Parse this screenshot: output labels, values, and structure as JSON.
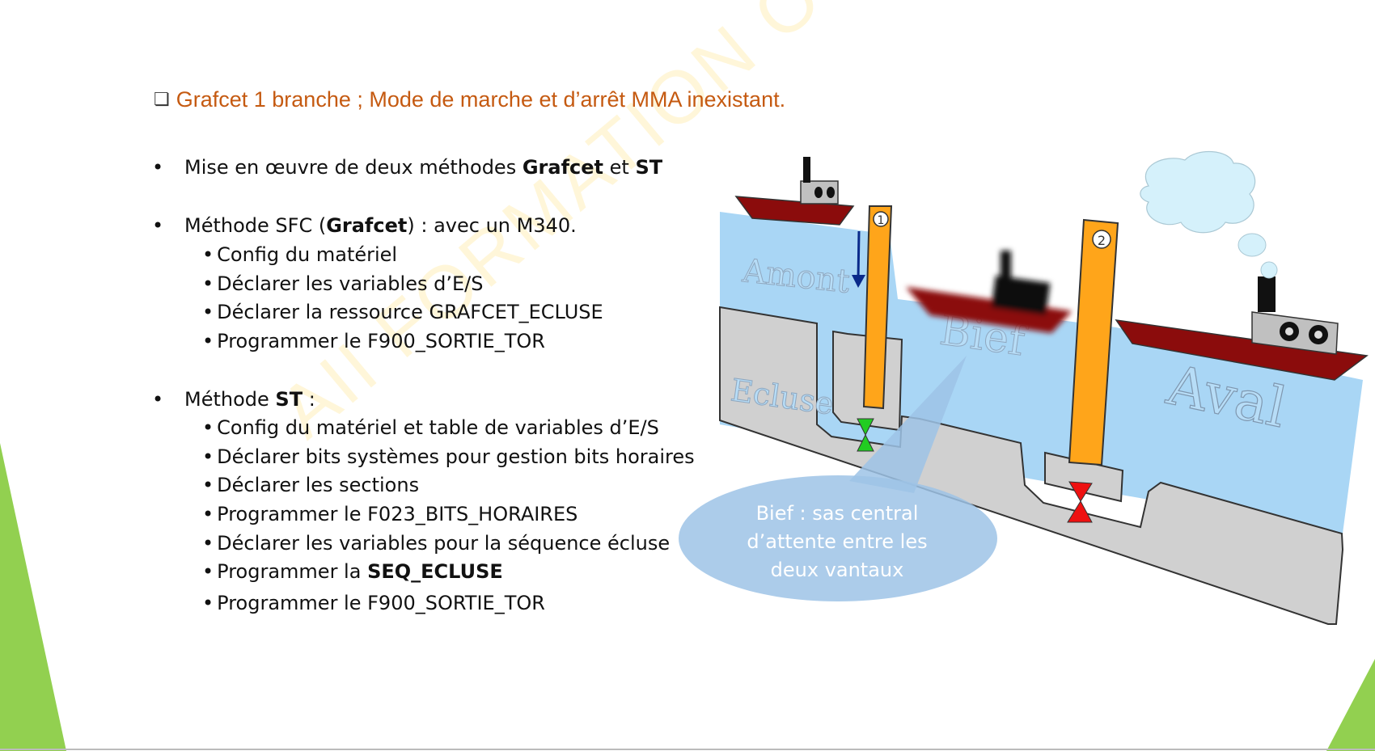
{
  "title": "Grafcet 1 branche ; Mode de marche et d’arrêt MMA inexistant.",
  "title_icon": "checkbox-bullet-icon",
  "bullets": [
    {
      "pre": "Mise en œuvre de deux méthodes ",
      "b1": "Grafcet",
      "mid": " et ",
      "b2": "ST",
      "post": ""
    },
    {
      "pre": "Méthode SFC (",
      "b1": "Grafcet",
      "mid": ") : avec un M340.",
      "b2": "",
      "post": ""
    },
    {
      "pre": " Méthode ",
      "b1": "ST",
      "mid": " :",
      "b2": "",
      "post": ""
    }
  ],
  "sub_sfc": [
    "Config du matériel",
    "Déclarer les variables d’E/S",
    "Déclarer la ressource GRAFCET_ECLUSE",
    "Programmer le F900_SORTIE_TOR"
  ],
  "sub_st": [
    {
      "pre": "Config du matériel et table de variables d’E/S",
      "bold": ""
    },
    {
      "pre": "Déclarer bits systèmes pour gestion bits horaires",
      "bold": ""
    },
    {
      "pre": "Déclarer les sections",
      "bold": ""
    },
    {
      "pre": "Programmer le F023_BITS_HORAIRES",
      "bold": ""
    },
    {
      "pre": "Déclarer les variables pour la séquence écluse",
      "bold": ""
    },
    {
      "pre": "Programmer la ",
      "bold": "SEQ_ECLUSE"
    },
    {
      "pre": "Programmer le F900_SORTIE_TOR",
      "bold": ""
    }
  ],
  "diagram": {
    "label_amont": "Amont",
    "label_bief": "Bief",
    "label_ecluse": "Ecluse",
    "label_aval": "Aval",
    "gate1_number": "1",
    "gate2_number": "2",
    "bubble_text_lines": [
      "Bief : sas central",
      "d’attente entre les",
      "deux vantaux"
    ]
  },
  "watermark": "AII FORMATION OUEST",
  "colors": {
    "title": "#c55a11",
    "water": "#a9d6f5",
    "ground": "#d0d0d0",
    "gate": "#ffa51a",
    "hull": "#8b0c0c",
    "bubble": "#9dc3e6",
    "valve_open": "#22cc22",
    "valve_closed": "#ee1111",
    "accent_green": "#92d050"
  }
}
